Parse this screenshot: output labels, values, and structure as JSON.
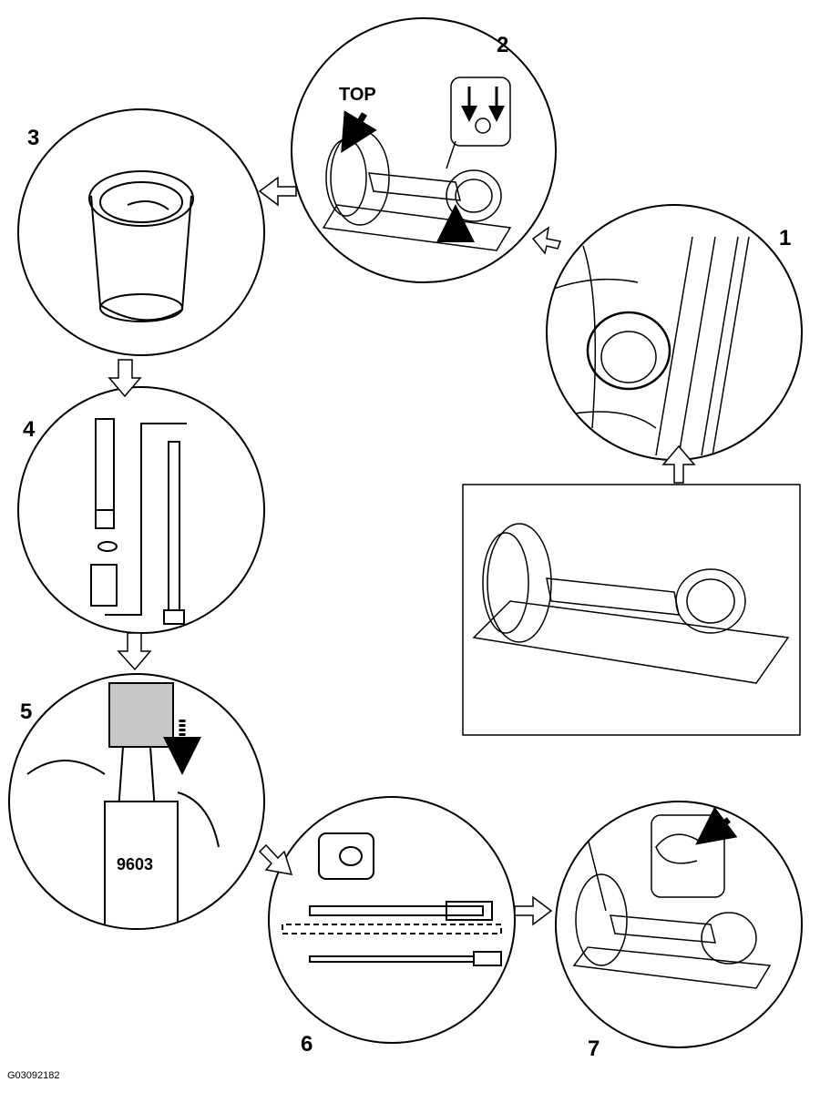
{
  "figure": {
    "code": "G03092182",
    "steps": [
      {
        "number": "1"
      },
      {
        "number": "2",
        "label": "TOP"
      },
      {
        "number": "3"
      },
      {
        "number": "4"
      },
      {
        "number": "5",
        "tool_label": "9603"
      },
      {
        "number": "6"
      },
      {
        "number": "7"
      }
    ]
  }
}
